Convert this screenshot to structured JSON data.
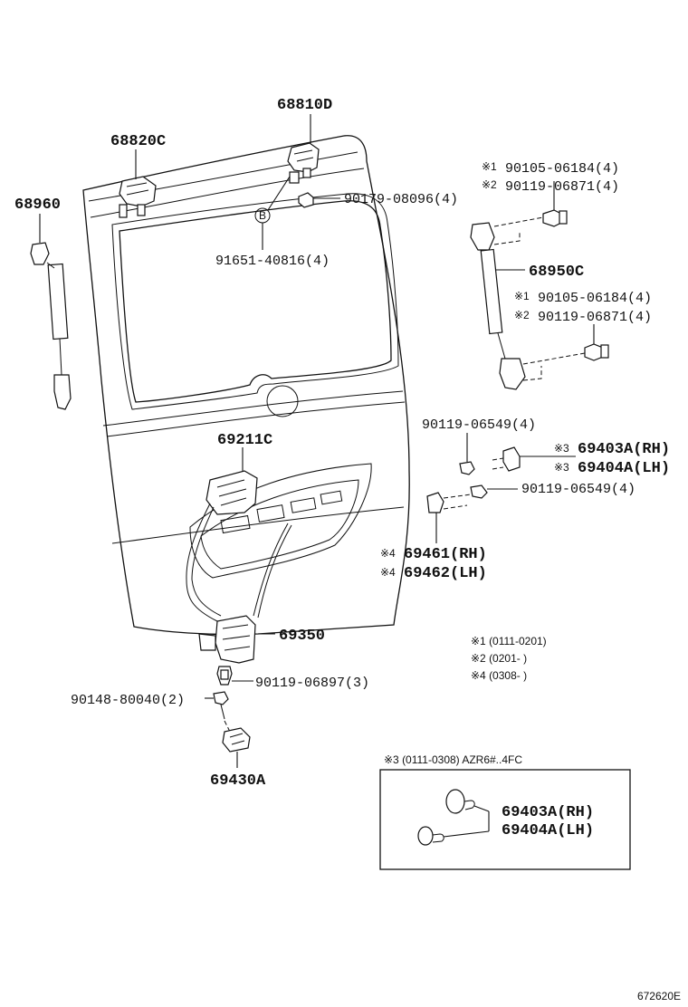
{
  "labels": {
    "p68810d": "68810D",
    "p68820c": "68820C",
    "p68960": "68960",
    "p90179": "90179-08096(4)",
    "circle_b": "B",
    "p91651": "91651-40816(4)",
    "top_bolt_1": "90105-06184(4)",
    "top_bolt_2": "90119-06871(4)",
    "p68950c": "68950C",
    "bottom_bolt_1": "90105-06184(4)",
    "bottom_bolt_2": "90119-06871(4)",
    "p69211c": "69211C",
    "screw_upper": "90119-06549(4)",
    "p69403a": "69403A(RH)",
    "p69404a": "69404A(LH)",
    "screw_lower": "90119-06549(4)",
    "p69461": "69461(RH)",
    "p69462": "69462(LH)",
    "p69350": "69350",
    "p90119_06897": "90119-06897(3)",
    "p90148": "90148-80040(2)",
    "p69430a": "69430A",
    "inset_69403a": "69403A(RH)",
    "inset_69404a": "69404A(LH)",
    "figure_id": "672620E"
  },
  "marks": {
    "m1": "※1",
    "m2": "※2",
    "m3": "※3",
    "m4": "※4"
  },
  "legend": {
    "n1": "※1 (0111-0201)",
    "n2": "※2 (0201-       )",
    "n4": "※4 (0308-       )"
  },
  "inset": {
    "title": "※3 (0111-0308) AZR6#..4FC"
  }
}
